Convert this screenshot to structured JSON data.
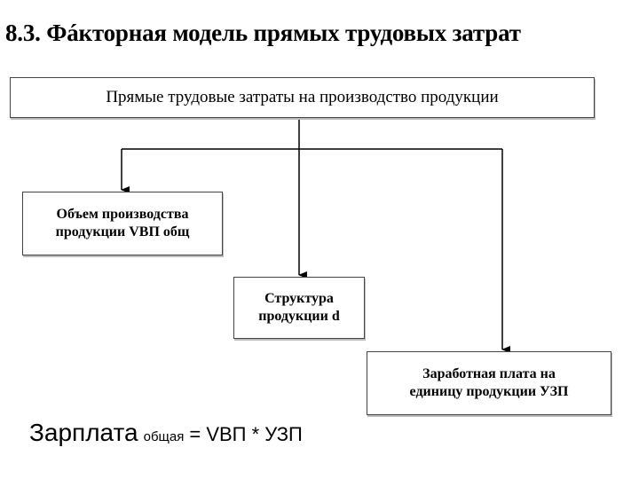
{
  "title": "8.3. Фáкторная модель прямых трудовых затрат",
  "boxes": {
    "top": "Прямые трудовые затраты на производство продукции",
    "volume_line1": "Объем производства",
    "volume_line2": "продукции VВП общ",
    "structure_line1": "Структура",
    "structure_line2": "продукции  d",
    "wage_line1": "Заработная плата на",
    "wage_line2": "единицу продукции УЗП"
  },
  "formula": {
    "main": "Зарплата",
    "sub": "общая",
    "rest": "= VВП * УЗП"
  },
  "colors": {
    "line": "#000000",
    "box_border": "#444444"
  }
}
